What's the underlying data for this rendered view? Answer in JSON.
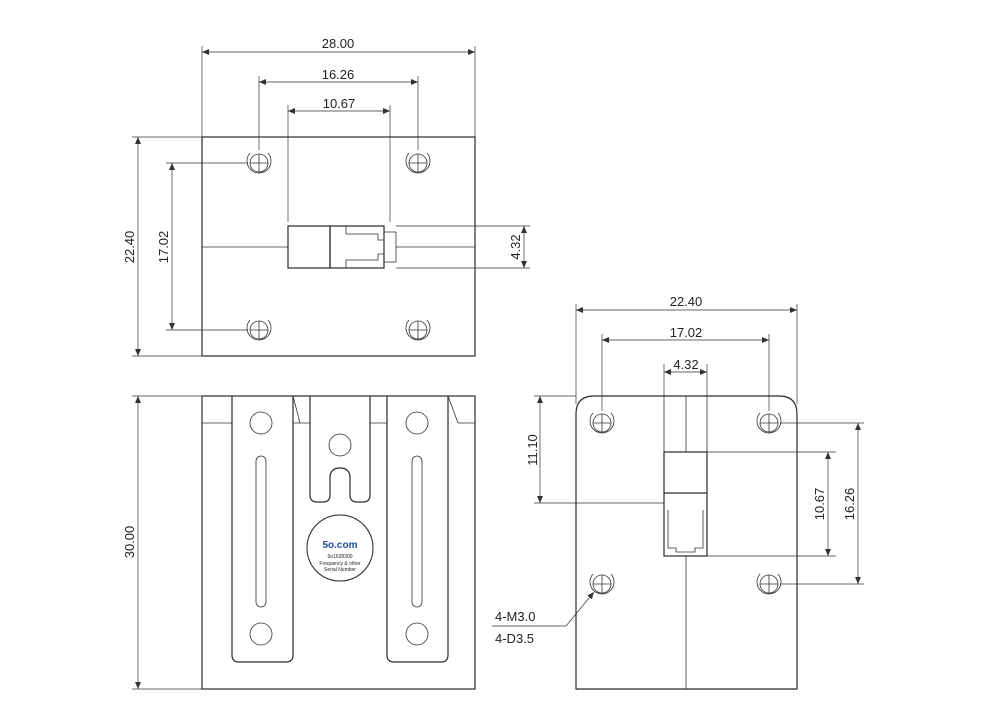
{
  "top_view": {
    "width": "28.00",
    "hole_spacing_x": "16.26",
    "slot_width": "10.67",
    "height": "22.40",
    "hole_spacing_y": "17.02",
    "port_height": "4.32"
  },
  "front_view": {
    "height": "30.00",
    "label": {
      "brand": "5o.com",
      "part_no": "5o1628300",
      "line1": "Frequency & other",
      "line2": "Serial Number"
    }
  },
  "side_view": {
    "width": "22.40",
    "hole_spacing_x": "17.02",
    "port_width": "4.32",
    "port_offset": "11.10",
    "inner_height": "10.67",
    "hole_spacing_y": "16.26",
    "thread_note": "4-M3.0",
    "hole_note": "4-D3.5"
  },
  "colors": {
    "line": "#2a2a2a",
    "logo": "#1f4fa0",
    "logo_accent": "#d93025"
  }
}
